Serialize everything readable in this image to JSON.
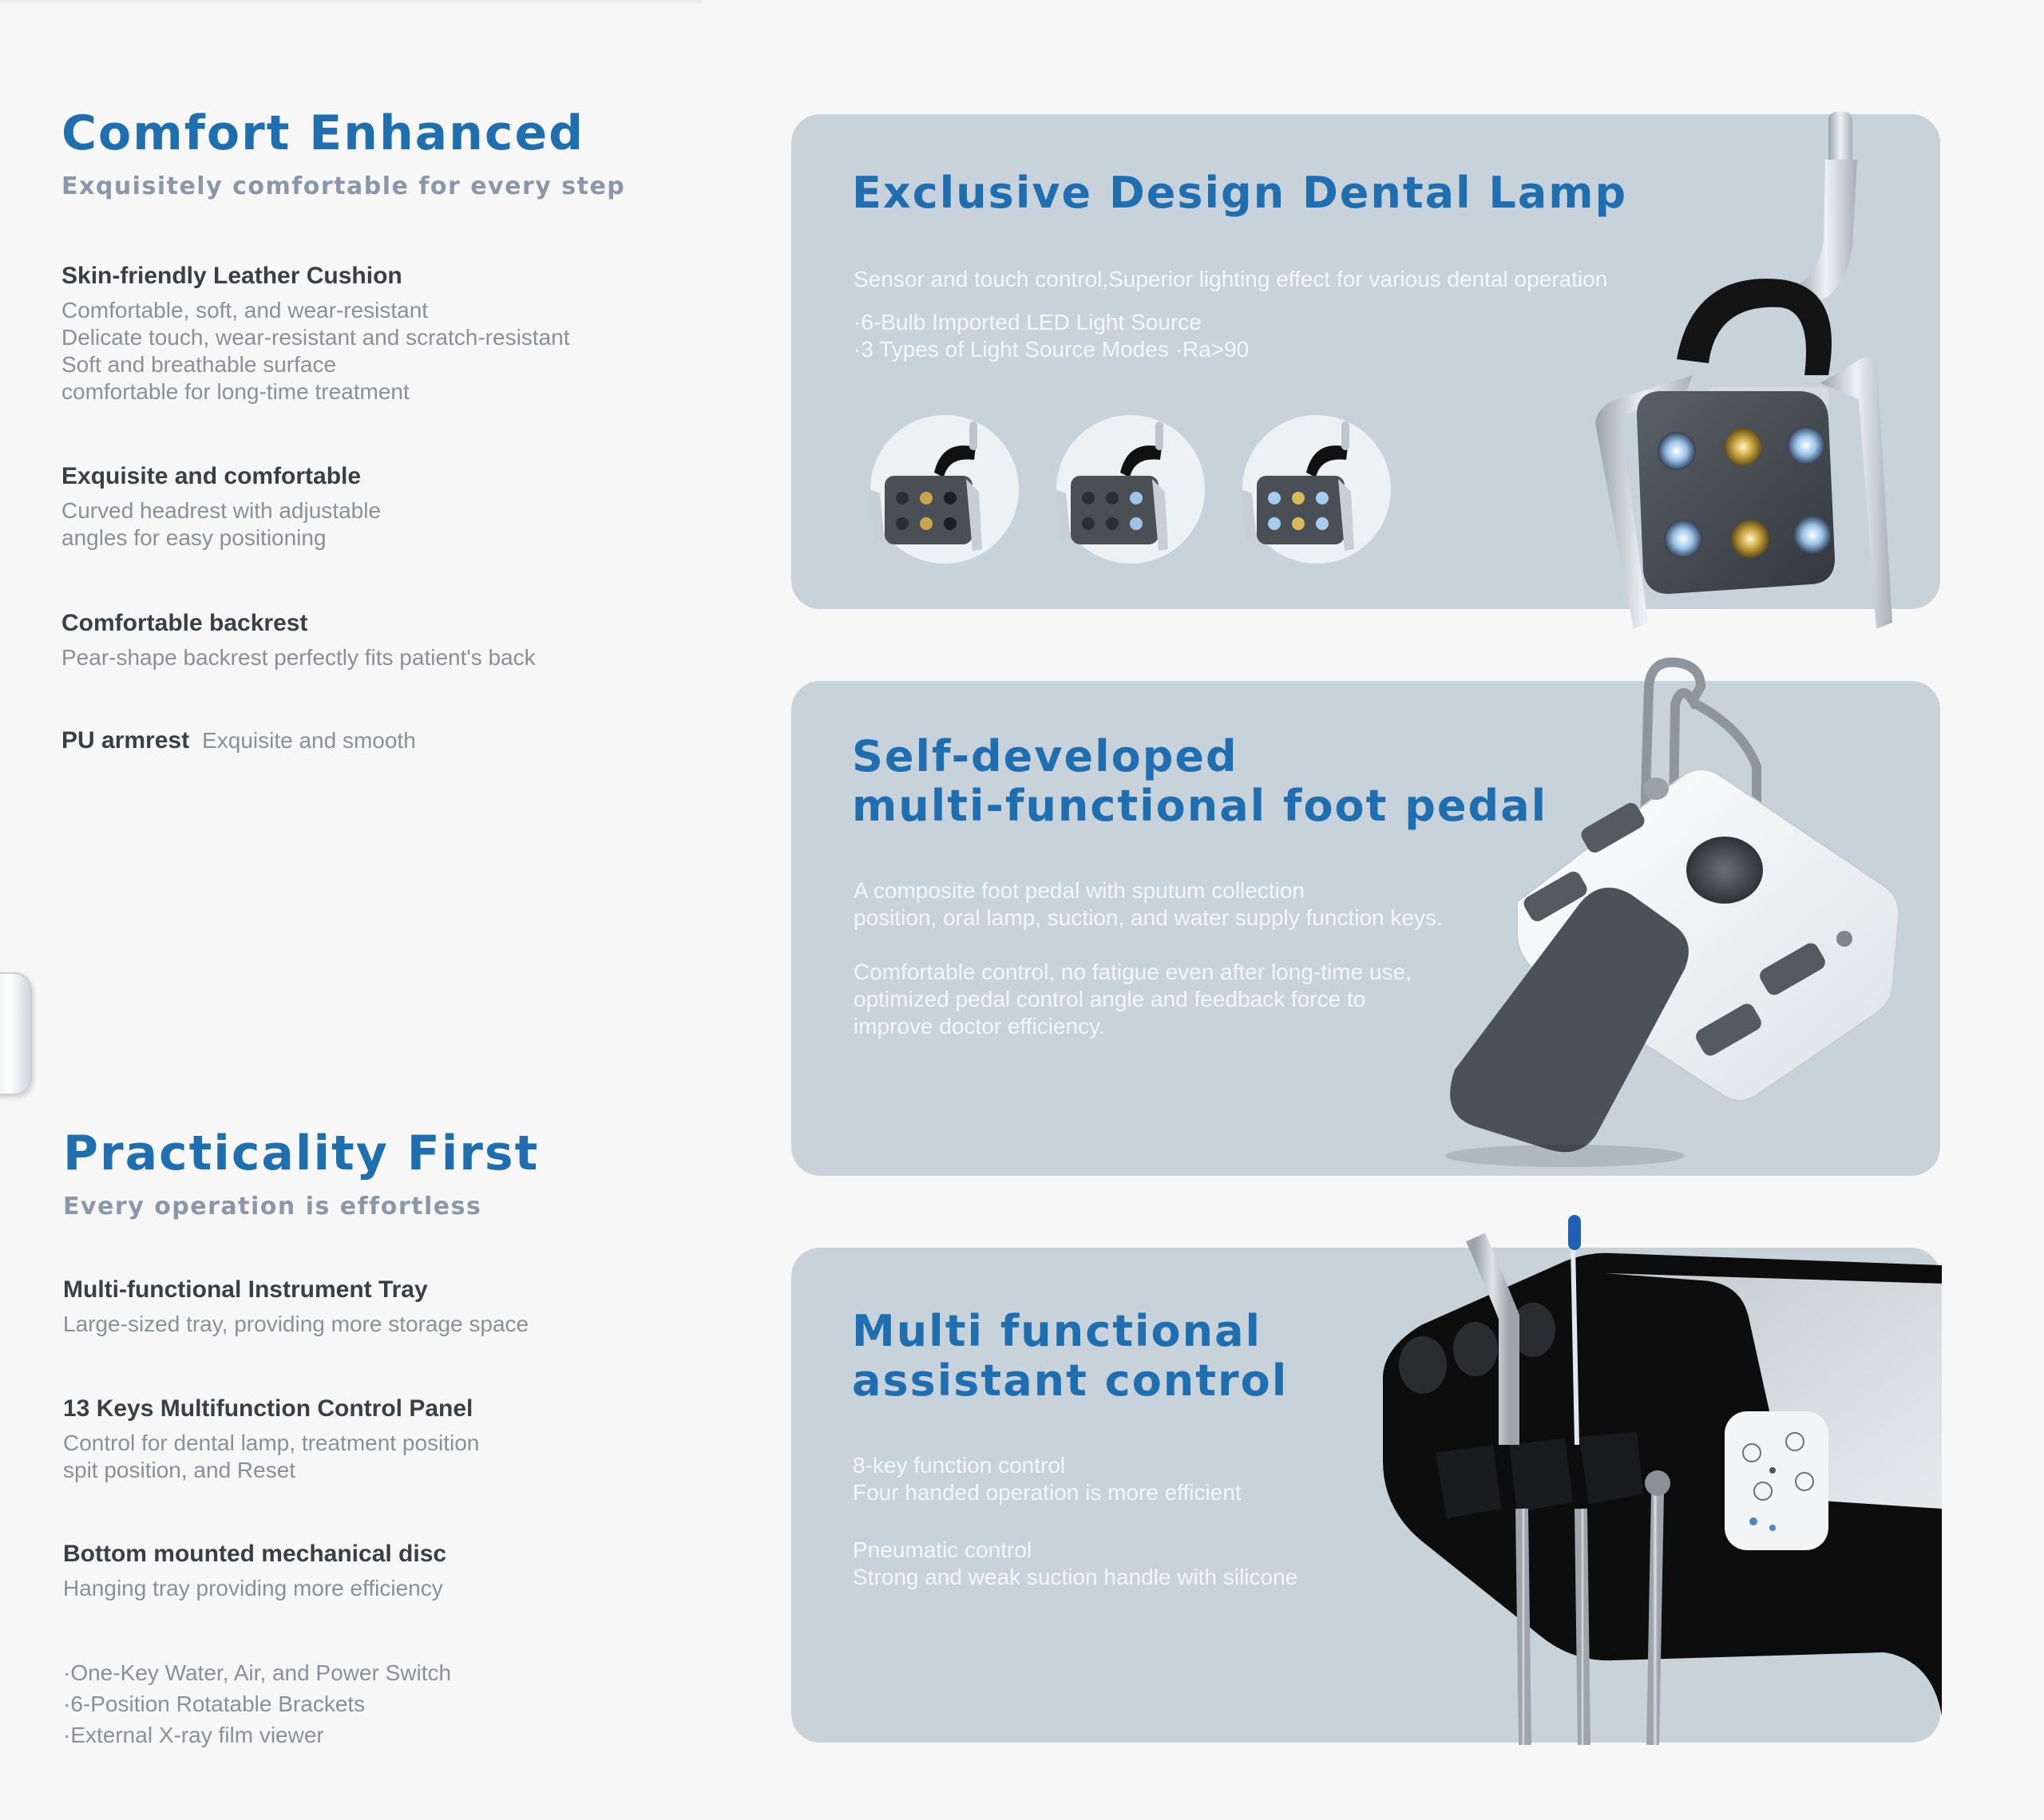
{
  "comfort": {
    "title": "Comfort Enhanced",
    "subtitle": "Exquisitely comfortable for every step",
    "features": [
      {
        "title": "Skin-friendly Leather Cushion",
        "lines": [
          "Comfortable, soft, and wear-resistant",
          "Delicate touch, wear-resistant and scratch-resistant",
          "Soft and breathable surface",
          "comfortable for long-time treatment"
        ]
      },
      {
        "title": "Exquisite and comfortable",
        "lines": [
          "Curved headrest with adjustable",
          "angles for easy positioning"
        ]
      },
      {
        "title": "Comfortable backrest",
        "lines": [
          "Pear-shape backrest perfectly fits patient's back"
        ]
      },
      {
        "title": "PU armrest",
        "lines": [
          "Exquisite and smooth"
        ]
      }
    ]
  },
  "practicality": {
    "title": "Practicality First",
    "subtitle": "Every operation is effortless",
    "features": [
      {
        "title": "Multi-functional Instrument Tray",
        "lines": [
          "Large-sized tray, providing more storage space"
        ]
      },
      {
        "title": "13 Keys Multifunction Control Panel",
        "lines": [
          "Control for dental lamp, treatment position",
          "spit position, and Reset"
        ]
      },
      {
        "title": "Bottom mounted mechanical disc",
        "lines": [
          "Hanging tray providing more efficiency"
        ]
      }
    ],
    "bullets": [
      "·One-Key Water, Air, and Power Switch",
      "·6-Position Rotatable Brackets",
      "·External X-ray film viewer"
    ]
  },
  "lamp_card": {
    "title": "Exclusive Design Dental Lamp",
    "desc": "Sensor and touch control,Superior lighting effect for various dental operation",
    "bullets": [
      "·6-Bulb Imported LED Light Source",
      "·3 Types of Light Source Modes  ·Ra>90"
    ]
  },
  "pedal_card": {
    "title_lines": [
      "Self-developed",
      "multi-functional foot pedal"
    ],
    "para1": [
      "A composite foot pedal with sputum collection",
      "position, oral lamp, suction, and water supply function keys."
    ],
    "para2": [
      "Comfortable control, no fatigue even after long-time use,",
      "optimized pedal control angle and feedback force to",
      "improve doctor efficiency."
    ]
  },
  "assistant_card": {
    "title_lines": [
      "Multi functional",
      "assistant control"
    ],
    "para1": [
      "8-key function control",
      "Four handed operation is more efficient"
    ],
    "para2": [
      "Pneumatic control",
      "Strong and weak suction handle with silicone"
    ]
  },
  "colors": {
    "heading_blue": "#1f6fb0",
    "card_bg": "#c8d2db",
    "page_bg": "#f7f7f7",
    "subtitle_gray": "#8a97a8"
  }
}
